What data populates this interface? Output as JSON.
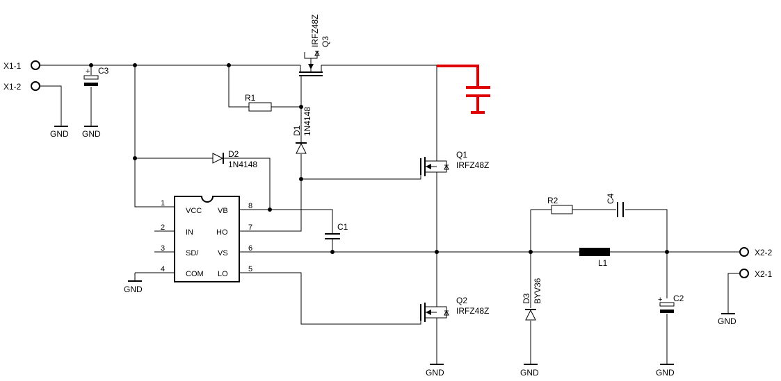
{
  "connectors": {
    "x1_1": "X1-1",
    "x1_2": "X1-2",
    "x2_1": "X2-1",
    "x2_2": "X2-2"
  },
  "ground_label": "GND",
  "components": {
    "c1": "C1",
    "c2": "C2",
    "c3": "C3",
    "c4": "C4",
    "r1": "R1",
    "r2": "R2",
    "l1": "L1",
    "d1_ref": "D1",
    "d1_value": "1N4148",
    "d2_ref": "D2",
    "d2_value": "1N4148",
    "d3_ref": "D3",
    "d3_value": "BYV36",
    "q1_ref": "Q1",
    "q1_value": "IRFZ48Z",
    "q2_ref": "Q2",
    "q2_value": "IRFZ48Z",
    "q3_ref": "Q3",
    "q3_value": "IRFZ48Z",
    "polarity_mark": "+"
  },
  "ic": {
    "pins_left": [
      {
        "num": "1",
        "name": "VCC"
      },
      {
        "num": "2",
        "name": "IN"
      },
      {
        "num": "3",
        "name": "SD/"
      },
      {
        "num": "4",
        "name": "COM"
      }
    ],
    "pins_right": [
      {
        "num": "8",
        "name": "VB"
      },
      {
        "num": "7",
        "name": "HO"
      },
      {
        "num": "6",
        "name": "VS"
      },
      {
        "num": "5",
        "name": "LO"
      }
    ]
  },
  "colors": {
    "wire": "#000000",
    "highlight": "#e00000",
    "background": "#ffffff"
  }
}
